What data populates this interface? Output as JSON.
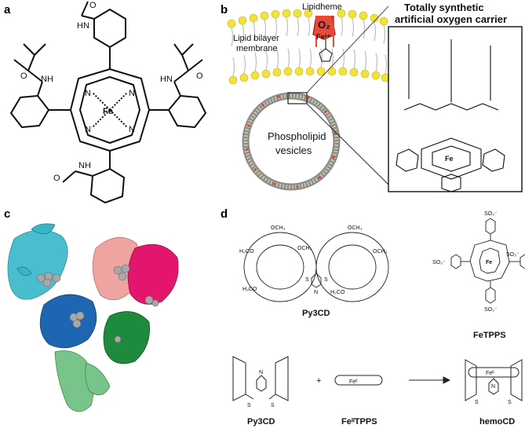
{
  "panels": {
    "a": {
      "label": "a",
      "atoms": {
        "fe": "Fe",
        "n": "N",
        "nh": "NH",
        "hn": "HN",
        "o": "O"
      }
    },
    "b": {
      "label": "b",
      "lipidheme": "Lipidheme",
      "o2": "O₂",
      "fe2": "Fe²⁺",
      "bilayer_line1": "Lipid bilayer",
      "bilayer_line2": "membrane",
      "vesicle_line1": "Phospholipid",
      "vesicle_line2": "vesicles",
      "box_title_line1": "Totally synthetic",
      "box_title_line2": "artificial oxygen carrier",
      "fe": "Fe"
    },
    "c": {
      "label": "c"
    },
    "d": {
      "label": "d",
      "compound1": "Py3CD",
      "compound2": "FeTPPS",
      "so3": "SO₃⁻",
      "fe": "Fe",
      "plus": "+",
      "scheme_left": "Py3CD",
      "scheme_mid": "FeᴵᴵTPPS",
      "scheme_right": "hemoCD",
      "fe_ii": "Feᴵᴵ",
      "s": "S",
      "n": "N",
      "och3": "OCH₃",
      "h3co": "H₃CO"
    }
  }
}
